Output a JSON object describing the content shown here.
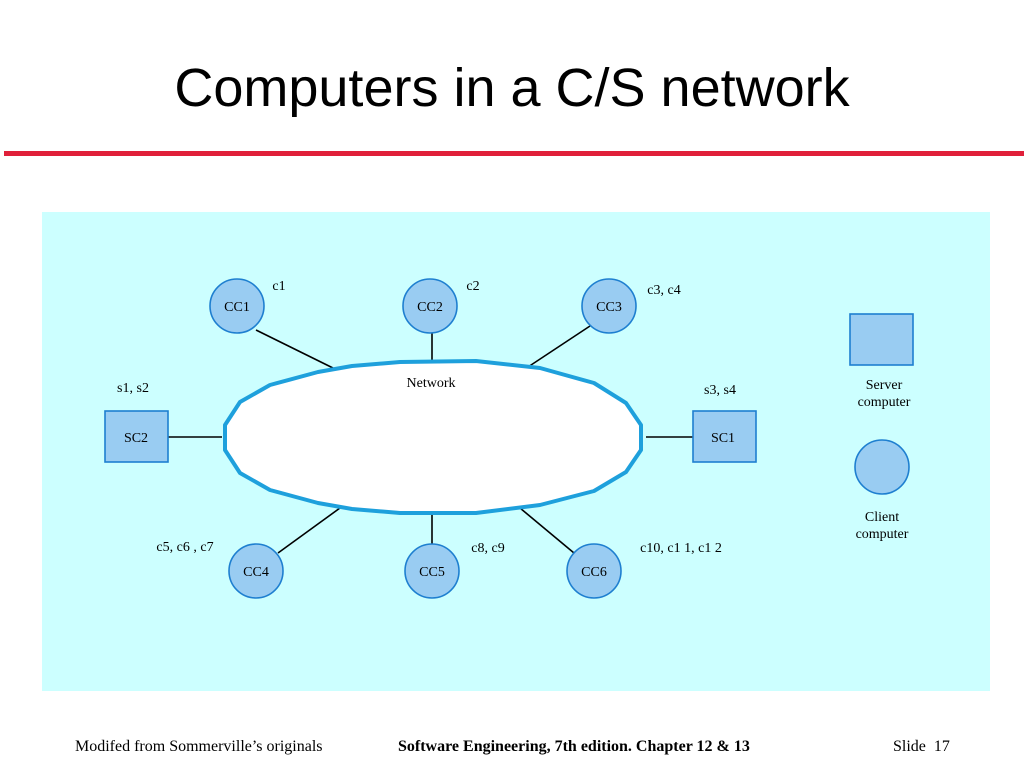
{
  "slide": {
    "title": "Computers in a C/S network"
  },
  "diagram": {
    "network_label": "Network",
    "nodes": {
      "cc1": {
        "label": "CC1",
        "components": "c1"
      },
      "cc2": {
        "label": "CC2",
        "components": "c2"
      },
      "cc3": {
        "label": "CC3",
        "components": "c3, c4"
      },
      "cc4": {
        "label": "CC4",
        "components": "c5, c6 , c7"
      },
      "cc5": {
        "label": "CC5",
        "components": "c8, c9"
      },
      "cc6": {
        "label": "CC6",
        "components": "c10, c1 1, c1 2"
      },
      "sc1": {
        "label": "SC1",
        "components": "s3, s4"
      },
      "sc2": {
        "label": "SC2",
        "components": "s1, s2"
      }
    },
    "legend": {
      "server_line1": "Server",
      "server_line2": "computer",
      "client_line1": "Client",
      "client_line2": "computer"
    },
    "colors": {
      "panel_background": "#ccffff",
      "node_fill": "#99ccf2",
      "node_stroke": "#1e7fd0",
      "network_stroke": "#1ea0dc",
      "title_rule": "#e0203a"
    }
  },
  "footer": {
    "left": "Modifed from Sommerville’s originals",
    "center": "Software Engineering, 7th edition. Chapter 12 & 13",
    "slide_label": "Slide",
    "slide_number": "17"
  }
}
